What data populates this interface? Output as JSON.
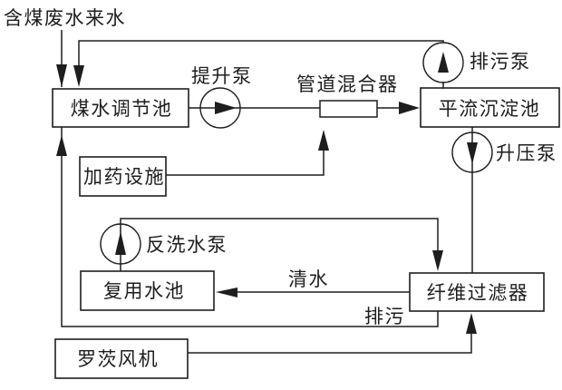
{
  "colors": {
    "background": "#ffffff",
    "line": "#1e1e1e",
    "text": "#1e1e1e"
  },
  "diagram": {
    "influent_label": "含煤废水来水",
    "boxes": {
      "regulation_tank": "煤水调节池",
      "dosing_facility": "加药设施",
      "sedimentation_tank": "平流沉淀池",
      "reuse_tank": "复用水池",
      "fiber_filter": "纤维过滤器",
      "roots_blower": "罗茨风机"
    },
    "mixer_label": "管道混合器",
    "pump_labels": {
      "lift_pump": "提升泵",
      "sewage_pump": "排污泵",
      "booster_pump": "升压泵",
      "backwash_pump": "反洗水泵"
    },
    "flow_labels": {
      "clean_water": "清水",
      "drain": "排污"
    }
  }
}
